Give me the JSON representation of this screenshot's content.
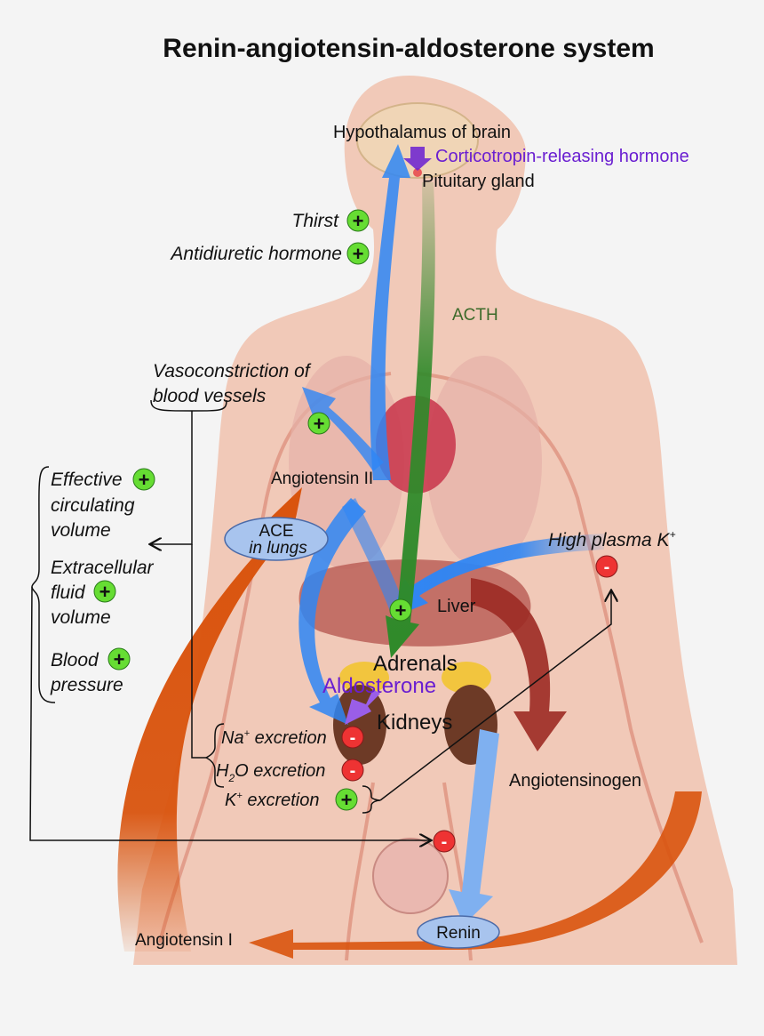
{
  "title": "Renin-angiotensin-aldosterone system",
  "labels": {
    "hypothalamus": "Hypothalamus of brain",
    "crh": "Corticotropin-releasing hormone",
    "pituitary": "Pituitary gland",
    "thirst": "Thirst",
    "adh": "Antidiuretic hormone",
    "acth": "ACTH",
    "vaso_line1": "Vasoconstriction of",
    "vaso_line2": "blood vessels",
    "angiotensin2": "Angiotensin II",
    "ace_line1": "ACE",
    "ace_line2": "in lungs",
    "ecv_line1": "Effective",
    "ecv_line2": "circulating",
    "ecv_line3": "volume",
    "ecf_line1": "Extracellular",
    "ecf_line2": "fluid",
    "ecf_line3": "volume",
    "bp_line1": "Blood",
    "bp_line2": "pressure",
    "high_k": "High plasma K",
    "high_k_sup": "+",
    "liver": "Liver",
    "adrenals": "Adrenals",
    "aldosterone": "Aldosterone",
    "kidneys": "Kidneys",
    "na_base": "Na",
    "na_sup": "+",
    "na_rest": " excretion",
    "h2o_h": "H",
    "h2o_sub": "2",
    "h2o_rest": "O excretion",
    "k_base": "K",
    "k_sup": "+",
    "k_rest": " excretion",
    "angiotensinogen": "Angiotensinogen",
    "renin": "Renin",
    "angiotensin1": "Angiotensin I"
  },
  "signs": {
    "plus": "+",
    "minus": "-"
  },
  "colors": {
    "body": "#f1c9b8",
    "vessel": "#d9806c",
    "blue_arrow": "#2e86f5",
    "green_arrow": "#2f8a2a",
    "orange_arrow": "#d9540e",
    "dark_red_arrow": "#9c2a24",
    "renin_arrow": "#7fb0f0",
    "crh_text": "#6a1fd1",
    "acth_text": "#3c6a2a",
    "aldosterone_text": "#6a1fd1",
    "plus_badge": "#66dd33",
    "minus_badge": "#ee3333",
    "ellipse_fill": "#a8c4ee"
  }
}
